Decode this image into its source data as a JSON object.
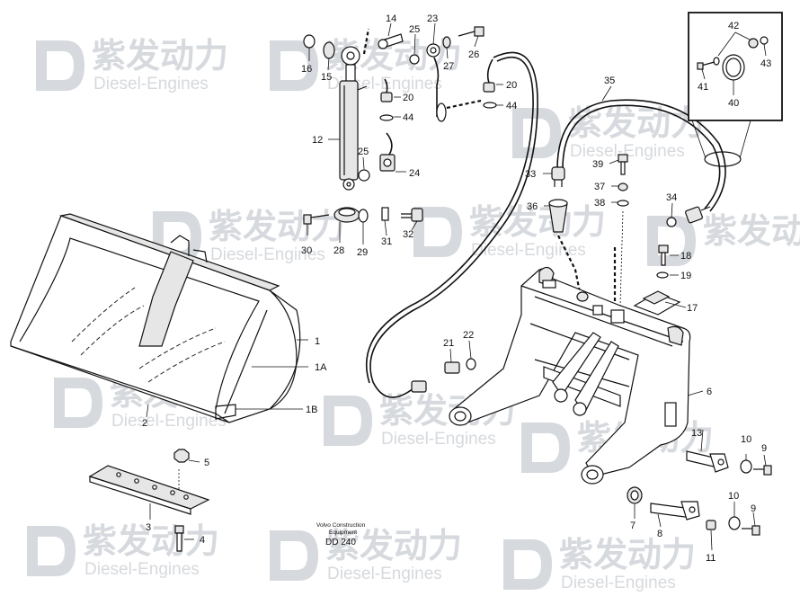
{
  "watermark": {
    "brand": "紫发动力",
    "sub": "Diesel-Engines"
  },
  "caption": {
    "line1": "Volvo Construction",
    "line2": "Equipment",
    "code": "DD 240"
  },
  "labels": {
    "p1": "1",
    "p1A": "1A",
    "p1B": "1B",
    "p2": "2",
    "p3": "3",
    "p4": "4",
    "p5": "5",
    "p6": "6",
    "p7": "7",
    "p8": "8",
    "p9a": "9",
    "p9b": "9",
    "p10a": "10",
    "p10b": "10",
    "p11": "11",
    "p12": "12",
    "p13": "13",
    "p14": "14",
    "p15": "15",
    "p16": "16",
    "p17": "17",
    "p18": "18",
    "p19": "19",
    "p20a": "20",
    "p20b": "20",
    "p21": "21",
    "p22": "22",
    "p23": "23",
    "p24": "24",
    "p25a": "25",
    "p25b": "25",
    "p26": "26",
    "p27": "27",
    "p28": "28",
    "p29": "29",
    "p30": "30",
    "p31": "31",
    "p32": "32",
    "p33": "33",
    "p34": "34",
    "p35": "35",
    "p36": "36",
    "p37": "37",
    "p38": "38",
    "p39": "39",
    "p40": "40",
    "p41": "41",
    "p42": "42",
    "p43": "43",
    "p44a": "44",
    "p44b": "44"
  }
}
